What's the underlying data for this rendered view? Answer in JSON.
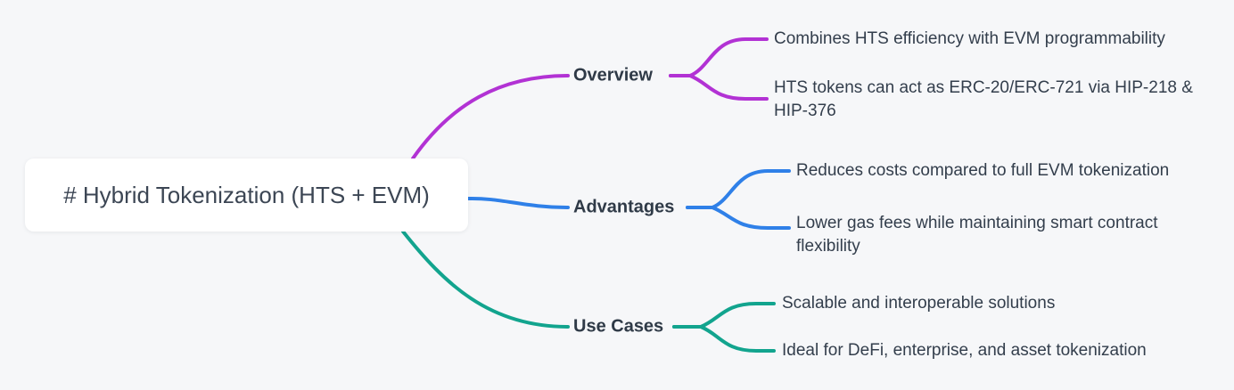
{
  "theme": {
    "background": "#f6f7f9",
    "node_background": "#ffffff",
    "text_color": "#333e4c"
  },
  "root": {
    "label": "# Hybrid Tokenization (HTS + EVM)"
  },
  "branches": [
    {
      "label": "Overview",
      "color": "#b232d4",
      "children": [
        "Combines HTS efficiency with EVM programmability",
        "HTS tokens can act as ERC-20/ERC-721 via HIP-218 & HIP-376"
      ]
    },
    {
      "label": "Advantages",
      "color": "#2f80e8",
      "children": [
        "Reduces costs compared to full EVM tokenization",
        "Lower gas fees while maintaining smart contract flexibility"
      ]
    },
    {
      "label": "Use Cases",
      "color": "#12a48e",
      "children": [
        "Scalable and interoperable solutions",
        "Ideal for DeFi, enterprise, and asset tokenization"
      ]
    }
  ]
}
